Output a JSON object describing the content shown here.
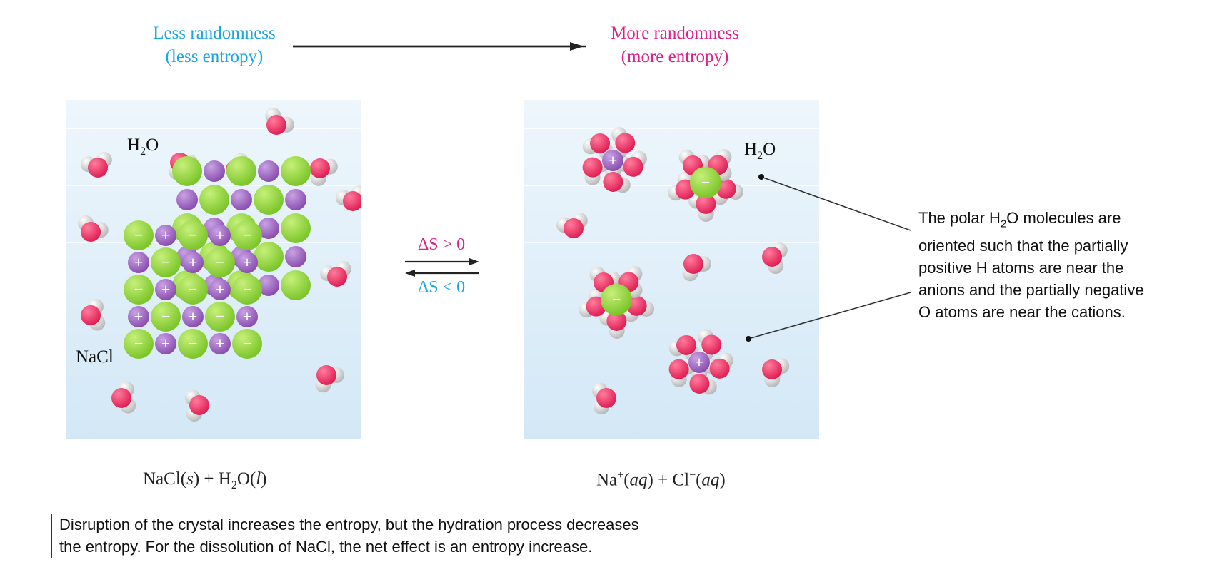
{
  "header": {
    "less_line1": "Less randomness",
    "less_line2": "(less entropy)",
    "more_line1": "More randomness",
    "more_line2": "(more entropy)"
  },
  "left_panel": {
    "water_label": "H",
    "water_sub": "2",
    "water_tail": "O",
    "salt_label": "NaCl"
  },
  "right_panel": {
    "water_label": "H",
    "water_sub": "2",
    "water_tail": "O"
  },
  "equilibrium": {
    "forward": "ΔS > 0",
    "reverse": "ΔS < 0"
  },
  "equations": {
    "left": {
      "a": "NaCl(",
      "b": "s",
      "c": ") + H",
      "d": "2",
      "e": "O(",
      "f": "l",
      "g": ")"
    },
    "right": {
      "a": "Na",
      "b": "+",
      "c": "(",
      "d": "aq",
      "e": ") + Cl",
      "f": "−",
      "g": "(",
      "h": "aq",
      "i": ")"
    }
  },
  "callout": {
    "line1a": "The polar H",
    "line1sub": "2",
    "line1b": "O molecules are",
    "line2": "oriented such that the partially",
    "line3": "positive H atoms are near the",
    "line4": "anions and the partially negative",
    "line5": "O atoms are near the cations."
  },
  "caption": {
    "line1": "Disruption of the crystal increases the entropy, but the hydration process decreases",
    "line2": "the entropy. For the dissolution of NaCl, the net effect is an entropy increase."
  },
  "colors": {
    "less": "#1aa7e0",
    "more": "#e0208a",
    "chloride": "#7cc52a",
    "sodium": "#8a4fb0",
    "oxygen": "#e01f55",
    "hydrogen": "#ececec"
  }
}
